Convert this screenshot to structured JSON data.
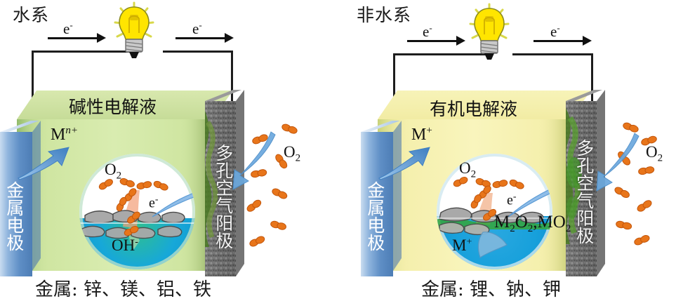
{
  "figure": {
    "type": "schematic-diagram",
    "subject": "metal-air battery comparison: aqueous vs non-aqueous systems"
  },
  "panels": [
    {
      "id": "aqueous",
      "title": "水系",
      "electrolyte_label": "碱性电解液",
      "electrolyte_color": "#cfe3a3",
      "anode_label": "金属电极",
      "cathode_label": "多孔空气阳极",
      "cation_label": "M",
      "cation_charge": "n+",
      "sphere_top_species": "O",
      "sphere_top_sub": "2",
      "sphere_bottom_species": "OH",
      "sphere_bottom_sup": "-",
      "electron_label": "e",
      "electron_sup": "-",
      "oxygen_outside": "O",
      "oxygen_outside_sub": "2",
      "caption": "金属: 锌、镁、铝、铁",
      "circuit_left_electron": "e",
      "circuit_right_electron": "e"
    },
    {
      "id": "non-aqueous",
      "title": "非水系",
      "electrolyte_label": "有机电解液",
      "electrolyte_color": "#f5f0b0",
      "anode_label": "金属电极",
      "cathode_label": "多孔空气阳极",
      "cation_label": "M",
      "cation_charge": "+",
      "sphere_top_species": "O",
      "sphere_top_sub": "2",
      "sphere_bottom_species": "M",
      "sphere_bottom_sup": "+",
      "product_label": "M2O2,MO2",
      "product_parts": [
        "M",
        "2",
        "O",
        "2",
        ",MO",
        "2"
      ],
      "electron_label": "e",
      "electron_sup": "-",
      "oxygen_outside": "O",
      "oxygen_outside_sub": "2",
      "caption": "金属: 锂、钠、钾",
      "circuit_left_electron": "e",
      "circuit_right_electron": "e"
    }
  ],
  "icons": {
    "bulb": "light-bulb-icon",
    "oxygen_molecule": "o2-molecule-icon",
    "flow_arrow": "blue-flow-arrow-icon",
    "catalyst_particle": "catalyst-particle-icon"
  },
  "colors": {
    "wire": "#1d1d1d",
    "bulb_glass": "#ffe500",
    "bulb_base": "#b8b8b8",
    "o2_molecule": "#e8751a",
    "blue_arrow": "#5b9bd5",
    "liquid_blue": "#1ba3d6",
    "liquid_green": "#3cb878",
    "metal_electrode": "#6f9fd8",
    "air_electrode": "#6e6e6e",
    "catalyst_gray": "#a8a8a8"
  }
}
